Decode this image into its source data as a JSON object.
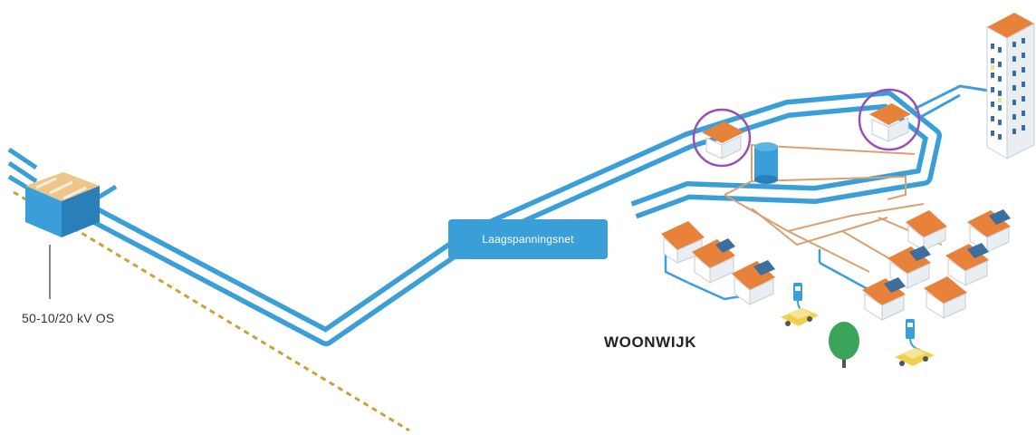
{
  "labels": {
    "substation": "50-10/20 kV OS",
    "network": "Laagspanningsnet",
    "district": "WOONWIJK"
  },
  "icons": [
    "substation-icon",
    "transformer-icon",
    "storage-tank-icon",
    "house-icon",
    "solar-panel-icon",
    "apartment-building-icon",
    "ev-charger-icon",
    "car-icon",
    "tree-icon"
  ],
  "colors": {
    "cable": "#3a9fd8",
    "cable_inner": "#ffffff",
    "service_line": "#d9a070",
    "roof": "#e8823a",
    "wall": "#ffffff",
    "solar": "#3c6e9e",
    "highlight_circle": "#9b4fb4",
    "dashed_line": "#c8a23a",
    "car": "#f1d14c",
    "tree": "#3aa55a"
  }
}
